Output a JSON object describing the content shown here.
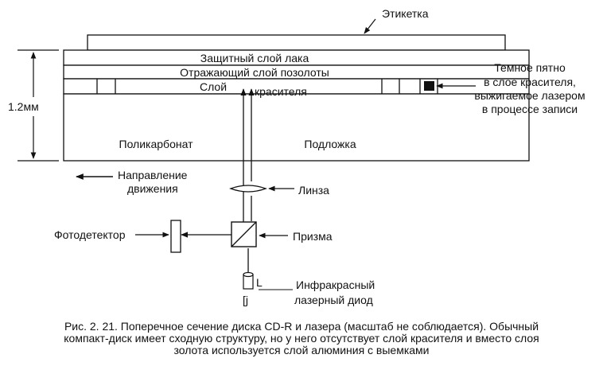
{
  "labels": {
    "etiketka": "Этикетка",
    "lacquer": "Защитный слой лака",
    "gold": "Отражающий слой позолоты",
    "dye_a": "Слой",
    "dye_b": "красителя",
    "thickness": "1.2мм",
    "polycarbonate": "Поликарбонат",
    "substrate": "Подложка",
    "dark_spot": [
      "Темное пятно",
      "в слое красителя,",
      "выжигаемое лазером",
      "в процессе записи"
    ],
    "direction": [
      "Направление",
      "движения"
    ],
    "lens": "Линза",
    "photodetector": "Фотодетектор",
    "prism": "Призма",
    "laser_marks": [
      "L",
      "[j"
    ],
    "laser": [
      "Инфракрасный",
      "лазерный диод"
    ]
  },
  "caption": [
    "Рис. 2. 21. Поперечное сечение диска CD-R и лазера (масштаб не соблюдается). Обычный",
    "компакт-диск имеет сходную структуру, но у него отсутствует слой красителя и вместо слоя",
    "золота используется слой алюминия с выемками"
  ]
}
